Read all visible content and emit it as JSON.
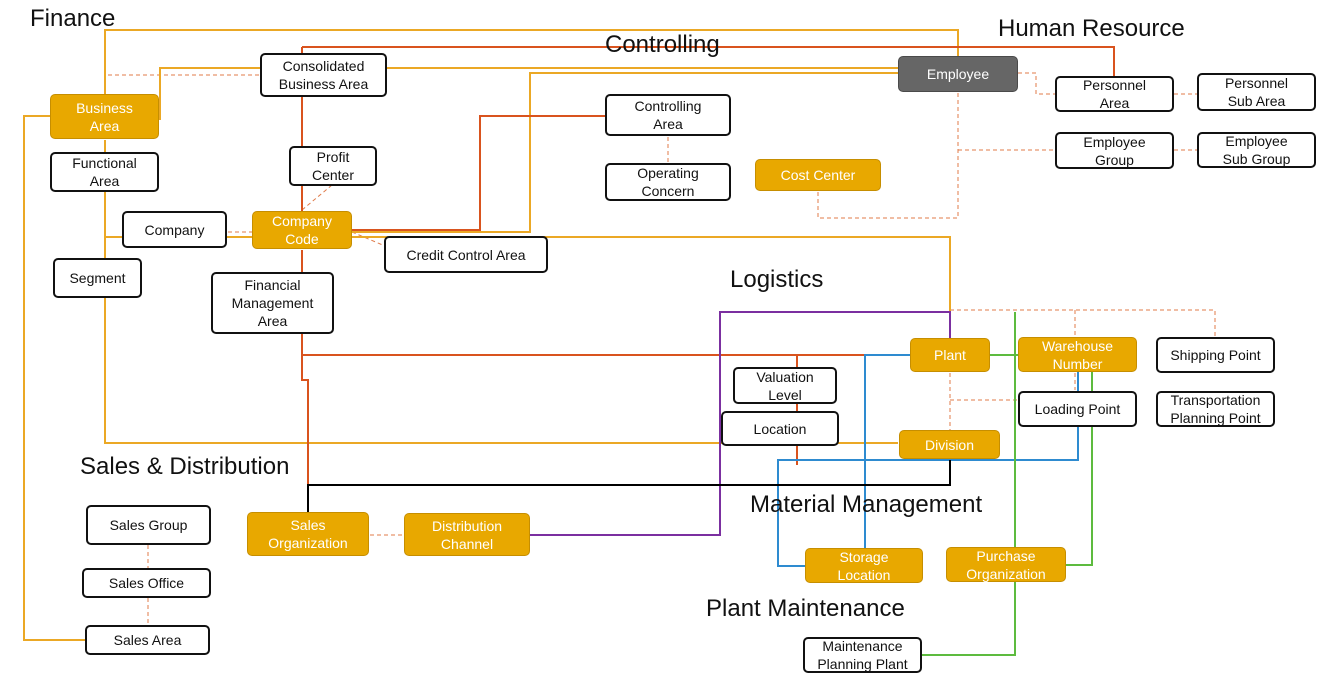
{
  "headings": {
    "finance": "Finance",
    "controlling": "Controlling",
    "human_resource": "Human Resource",
    "logistics": "Logistics",
    "sales_distribution": "Sales & Distribution",
    "material_management": "Material Management",
    "plant_maintenance": "Plant Maintenance"
  },
  "nodes": {
    "consolidated_business_area": "Consolidated\nBusiness Area",
    "business_area": "Business\nArea",
    "functional_area": "Functional\nArea",
    "profit_center": "Profit\nCenter",
    "company": "Company",
    "company_code": "Company\nCode",
    "credit_control_area": "Credit Control Area",
    "segment": "Segment",
    "financial_management_area": "Financial\nManagement\nArea",
    "controlling_area": "Controlling\nArea",
    "operating_concern": "Operating\nConcern",
    "cost_center": "Cost Center",
    "employee": "Employee",
    "personnel_area": "Personnel\nArea",
    "personnel_sub_area": "Personnel\nSub Area",
    "employee_group": "Employee\nGroup",
    "employee_sub_group": "Employee\nSub Group",
    "plant": "Plant",
    "warehouse_number": "Warehouse\nNumber",
    "shipping_point": "Shipping Point",
    "valuation_level": "Valuation\nLevel",
    "location": "Location",
    "loading_point": "Loading Point",
    "transportation_planning_point": "Transportation\nPlanning Point",
    "division": "Division",
    "sales_group": "Sales Group",
    "sales_office": "Sales Office",
    "sales_area": "Sales Area",
    "sales_organization": "Sales\nOrganization",
    "distribution_channel": "Distribution\nChannel",
    "storage_location": "Storage\nLocation",
    "purchase_organization": "Purchase\nOrganization",
    "maintenance_planning_plant": "Maintenance\nPlanning Plant"
  },
  "colors": {
    "node_orange": "#E8A800",
    "node_gray": "#666666",
    "line_orange": "#EBA825",
    "line_red": "#D9531E",
    "line_purple": "#7B2FA0",
    "line_blue": "#2E8BD0",
    "line_green": "#5DBB3F",
    "line_black": "#000000",
    "dashed": "#E07B4A"
  }
}
